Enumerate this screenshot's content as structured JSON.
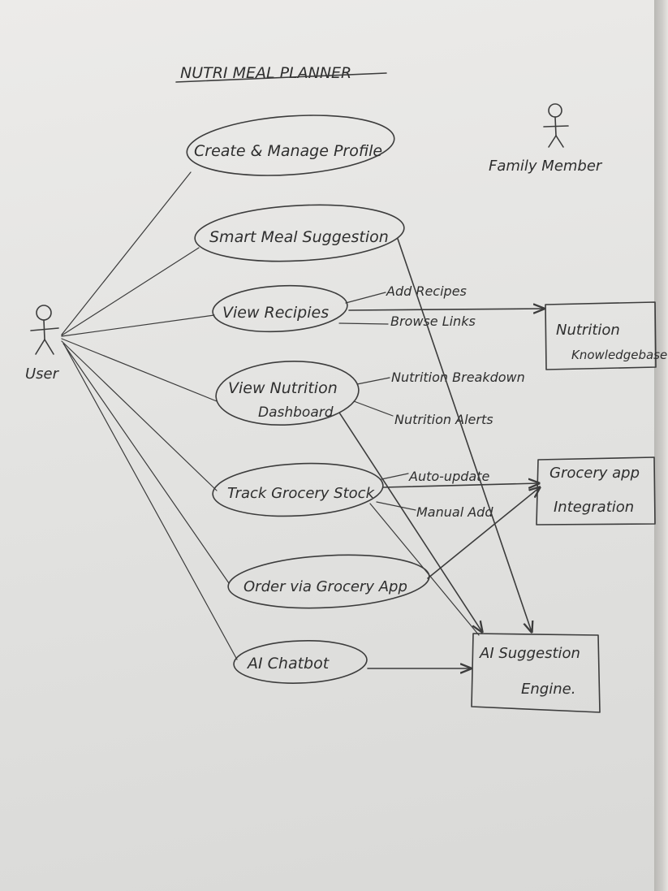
{
  "title": "NUTRI MEAL PLANNER",
  "actors": {
    "user": "User",
    "family_member": "Family Member"
  },
  "use_cases": {
    "create_profile": "Create & Manage Profile",
    "meal_suggestion": "Smart Meal Suggestion",
    "view_recipes": "View Recipies",
    "nutrition_dashboard_line1": "View Nutrition",
    "nutrition_dashboard_line2": "Dashboard",
    "track_grocery": "Track Grocery Stock",
    "order_grocery": "Order via Grocery App",
    "ai_chatbot": "AI Chatbot"
  },
  "branches": {
    "add_recipes": "Add Recipes",
    "browse_links": "Browse Links",
    "nutrition_breakdown": "Nutrition Breakdown",
    "nutrition_alerts": "Nutrition Alerts",
    "auto_update": "Auto-update",
    "manual_add": "Manual Add"
  },
  "systems": {
    "nutrition_kb_line1": "Nutrition",
    "nutrition_kb_line2": "Knowledgebase",
    "grocery_app_line1": "Grocery app",
    "grocery_app_line2": "Integration",
    "ai_engine_line1": "AI Suggestion",
    "ai_engine_line2": "Engine."
  },
  "colors": {
    "ink": "#3c3c3c",
    "paper": "#e6e6e4"
  }
}
